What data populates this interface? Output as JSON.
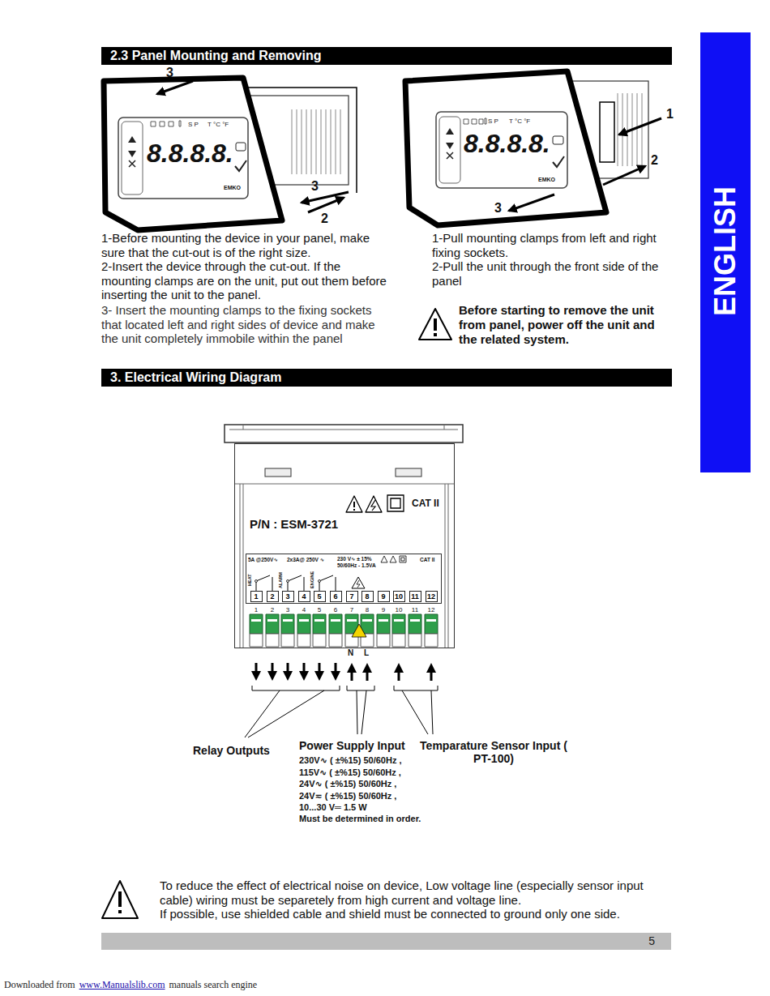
{
  "diagram": {
    "nodes": [
      {
        "text": [
          "2.3 Panel Mounting and Removing"
        ]
      },
      {
        "text": [
          "ENGLISH"
        ]
      },
      {
        "text": [
          "3. Electrical Wiring Diagram"
        ]
      },
      {
        "text": [
          "CAT II",
          "P/N : ESM-3721"
        ]
      },
      {
        "text": [
          "5A @250V∿",
          "2x3A@ 250V ∿",
          "230 V∿ ± 15% 50/60Hz - 1.5VA",
          "CAT II",
          "HEAT",
          "ALARM",
          "ENGINE"
        ],
        "in": 3
      },
      {
        "text": [
          "1"
        ],
        "in": 4
      },
      {
        "text": [
          "2"
        ],
        "in": 4
      },
      {
        "text": [
          "3"
        ],
        "in": 4
      },
      {
        "text": [
          "4"
        ],
        "in": 4
      },
      {
        "text": [
          "5"
        ],
        "in": 4
      },
      {
        "text": [
          "6"
        ],
        "in": 4
      },
      {
        "text": [
          "7"
        ],
        "in": 4
      },
      {
        "text": [
          "8"
        ],
        "in": 4
      },
      {
        "text": [
          "9"
        ],
        "in": 4
      },
      {
        "text": [
          "10"
        ],
        "in": 4
      },
      {
        "text": [
          "11"
        ],
        "in": 4
      },
      {
        "text": [
          "12"
        ],
        "in": 4
      },
      {
        "text": [
          "5"
        ]
      }
    ],
    "labels": [
      "3",
      "3",
      "2",
      "S P",
      "T °C °F",
      "8.8.8.8.",
      "EMKO",
      "1",
      "2",
      "3",
      "S P",
      "T °C °F",
      "8.8.8.8.",
      "EMKO",
      "1-Before mounting the device in your panel, make sure that the cut-out is of the right size.",
      "2-Insert the device through the cut-out. If the mounting clamps are on the unit, put out them before inserting the unit to the panel.",
      "3- Insert the mounting clamps to the fixing sockets that located left and right sides of device and make the unit completely immobile within the panel",
      "1-Pull mounting clamps from left and right fixing sockets.",
      "2-Pull the unit through the front side of the panel",
      "Before starting to remove the unit from panel, power off the unit and the related system.",
      "1",
      "2",
      "3",
      "4",
      "5",
      "6",
      "7",
      "8",
      "9",
      "10",
      "11",
      "12",
      "N",
      "L",
      "Relay Outputs",
      "Power Supply Input",
      "230V∿ ( ±%15) 50/60Hz ,",
      "115V∿ ( ±%15) 50/60Hz ,",
      "24V∿ ( ±%15) 50/60Hz ,",
      "24V≂ ( ±%15) 50/60Hz ,",
      "10...30 V═ 1.5 W",
      "Must be determined in order.",
      "Temparature Sensor Input ( PT-100)",
      "To reduce the effect of electrical noise on device, Low voltage line (especially sensor input cable) wiring must be separetely from high current and voltage line.",
      "If possible, use shielded cable and shield must be connected to ground only one side.",
      "Downloaded from",
      "www.Manualslib.com",
      "manuals search engine"
    ]
  }
}
